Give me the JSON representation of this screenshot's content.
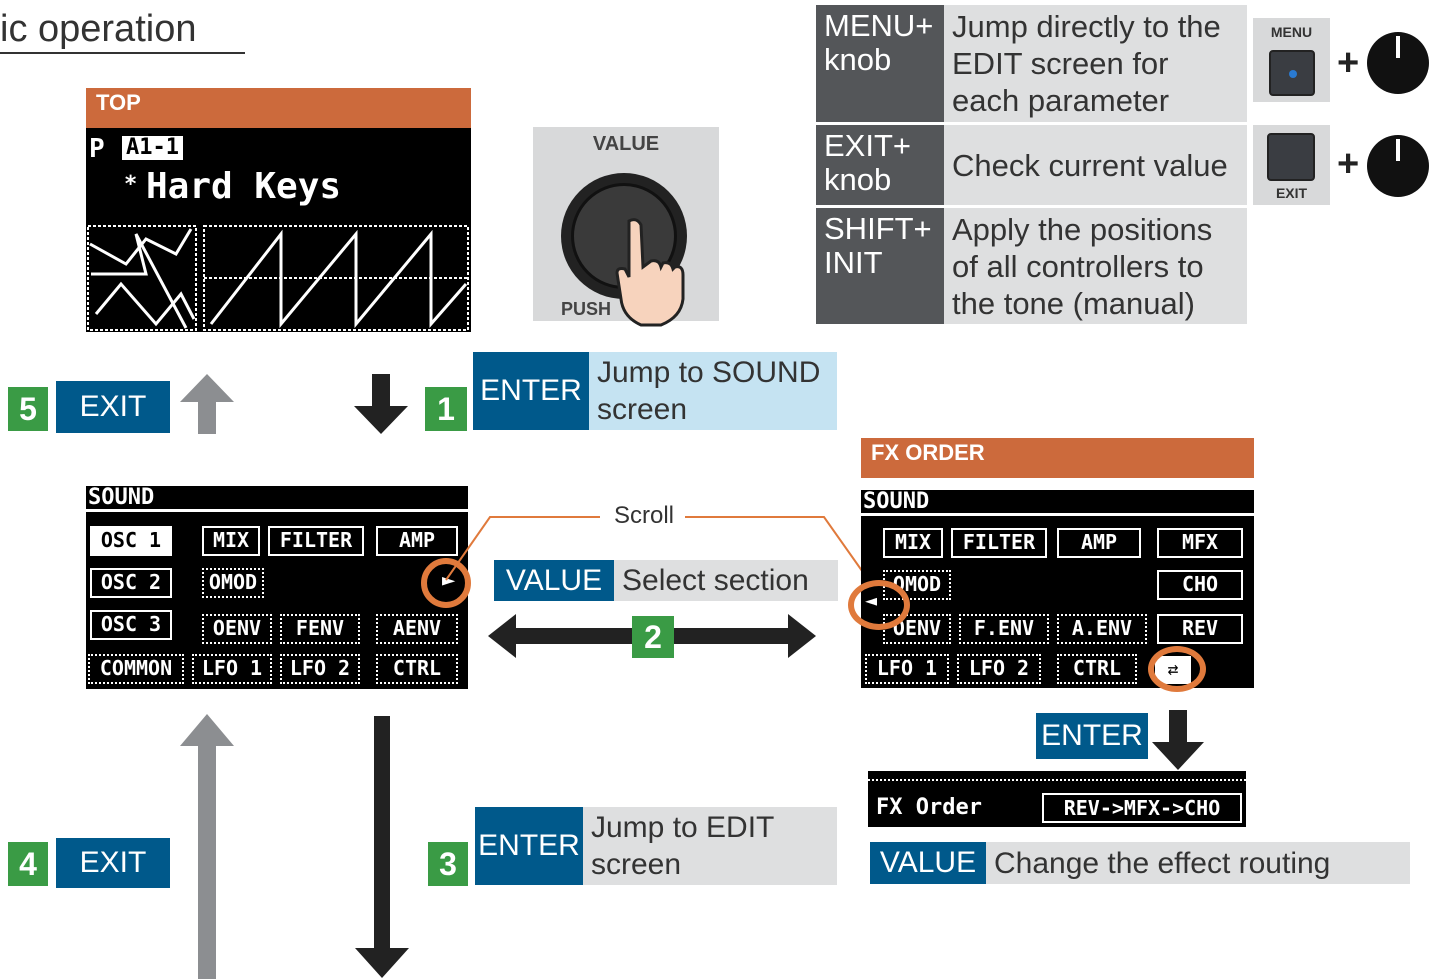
{
  "title": "ic operation",
  "top_screen": {
    "header": "TOP",
    "mode": "P",
    "patch": "A1-1",
    "tone_name": "Hard Keys",
    "star": "*"
  },
  "value_knob": {
    "label": "VALUE",
    "push": "PUSH"
  },
  "shortcuts": [
    {
      "combo": "MENU+ knob",
      "desc": "Jump directly to the EDIT screen for each parameter",
      "button": "MENU"
    },
    {
      "combo": "EXIT+ knob",
      "desc": "Check current value",
      "button": "EXIT"
    },
    {
      "combo": "SHIFT+ INIT",
      "desc": "Apply the positions of all controllers to the tone (manual)",
      "button": ""
    }
  ],
  "plus": "+",
  "step1": {
    "num": "1",
    "key": "ENTER",
    "desc": "Jump to SOUND screen"
  },
  "step2": {
    "num": "2",
    "key": "VALUE",
    "desc": "Select section",
    "scroll": "Scroll"
  },
  "step3": {
    "num": "3",
    "key": "ENTER",
    "desc": "Jump to EDIT screen"
  },
  "step4": {
    "num": "4",
    "key": "EXIT"
  },
  "step5": {
    "num": "5",
    "key": "EXIT"
  },
  "sound_screen": {
    "title": "SOUND",
    "cells": [
      "OSC 1",
      "OSC 2",
      "OSC 3",
      "MIX",
      "FILTER",
      "AMP",
      "OMOD",
      "OENV",
      "FENV",
      "AENV",
      "COMMON",
      "LFO 1",
      "LFO 2",
      "CTRL"
    ]
  },
  "fx_order": {
    "header": "FX ORDER",
    "title": "SOUND",
    "cells": [
      "MIX",
      "FILTER",
      "AMP",
      "MFX",
      "OMOD",
      "CHO",
      "OENV",
      "F.ENV",
      "A.ENV",
      "REV",
      "LFO 1",
      "LFO 2",
      "CTRL"
    ],
    "enter": "ENTER",
    "param_label": "FX Order",
    "param_value": "REV->MFX->CHO",
    "value_key": "VALUE",
    "value_desc": "Change the effect routing"
  },
  "colors": {
    "blue": "#00598b",
    "green": "#3a9b45",
    "orange": "#cc6a3c",
    "light_blue": "#c5e3f2",
    "grey": "#dedfe0"
  }
}
